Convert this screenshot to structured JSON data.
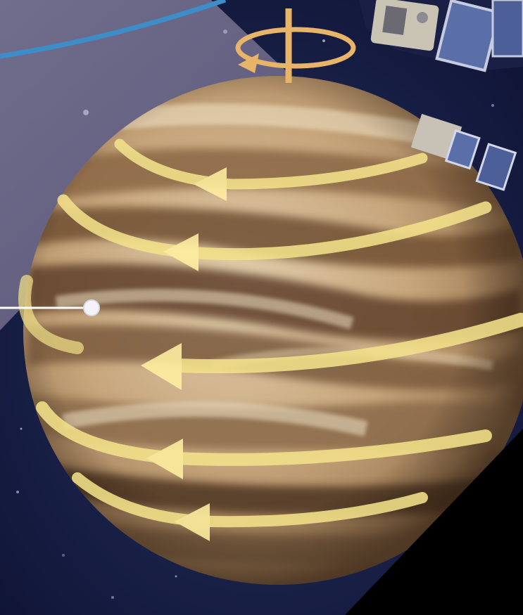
{
  "colors": {
    "space": "#1c2250",
    "space_deep": "#0d1232",
    "panel_gray": "#6f6b8a",
    "orbit_line": "#3d8ec8",
    "planet_light": "#d8c3a2",
    "planet_mid": "#b8966c",
    "planet_dark": "#6d4d32",
    "wind_arrow": "#f3e28a",
    "rotation_axis": "#e8b46a",
    "pointer_line": "#ffffff",
    "corner_black": "#000000",
    "spacecraft_body": "#c9c3b4",
    "solar_panel": "#5a6fa8"
  },
  "scene": {
    "subject": "planet-with-cloud-bands",
    "overlay": "westward-wind-arrows",
    "wind_bands": [
      {
        "band": "polar-north",
        "direction": "westward"
      },
      {
        "band": "high-north",
        "direction": "westward"
      },
      {
        "band": "mid-north",
        "direction": "westward"
      },
      {
        "band": "equatorial",
        "direction": "westward"
      },
      {
        "band": "mid-south",
        "direction": "westward"
      },
      {
        "band": "high-south",
        "direction": "westward"
      }
    ],
    "icons": [
      "rotation-axis-icon",
      "spacecraft-icon",
      "pointer-marker-icon"
    ]
  }
}
